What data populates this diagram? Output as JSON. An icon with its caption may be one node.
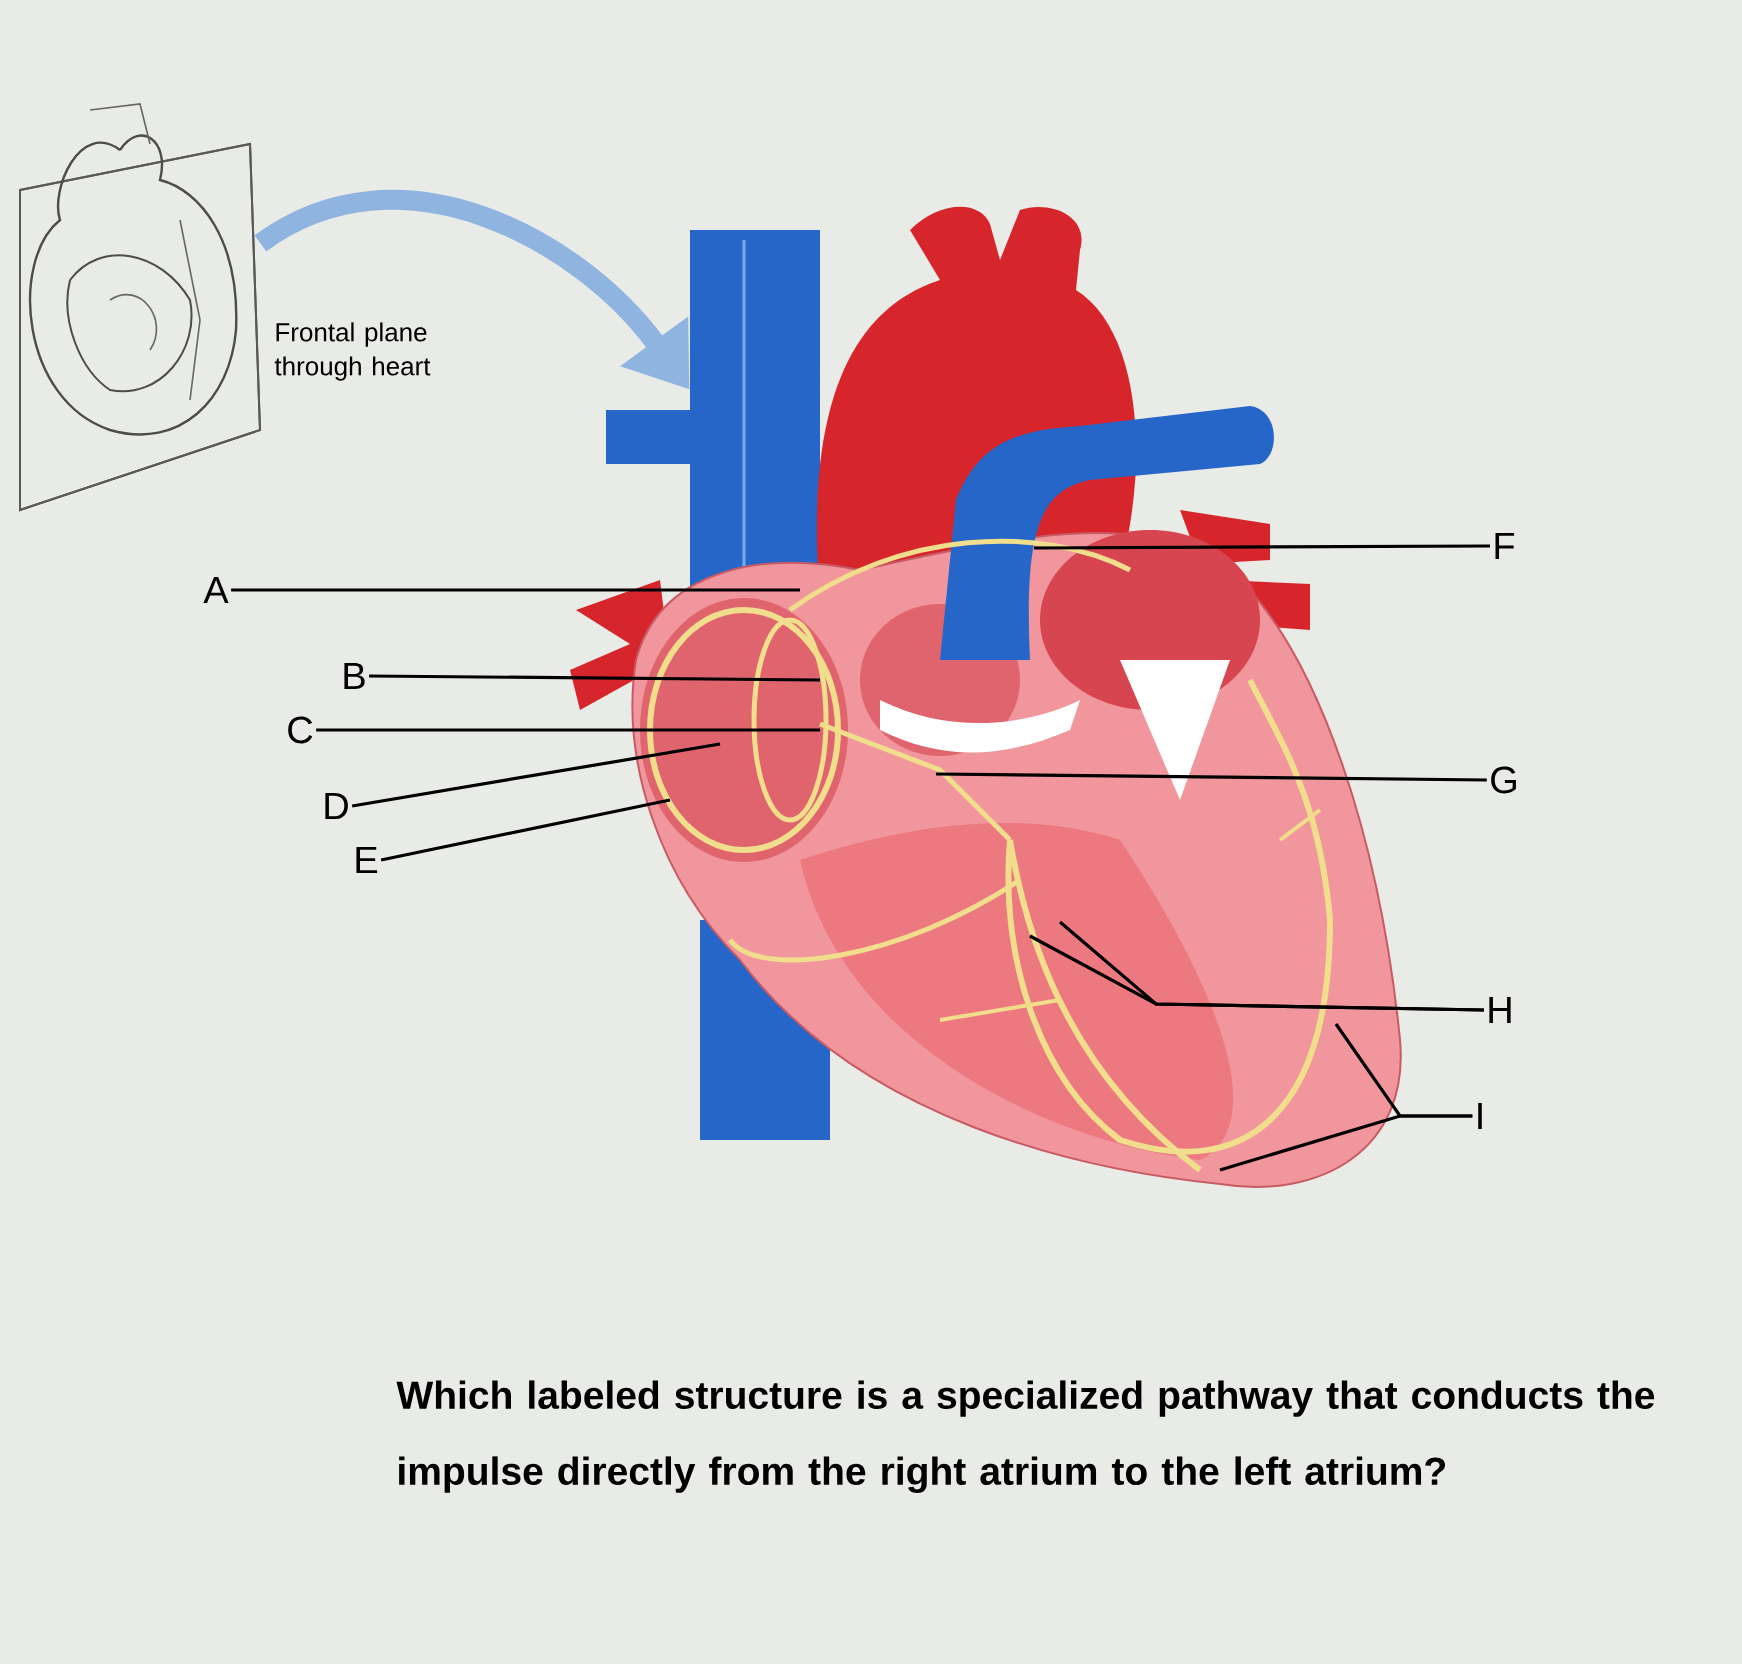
{
  "diagram": {
    "caption": "Which labeled structure is a specialized pathway that conducts the impulse directly from the right atrium to the left atrium?",
    "nodes": [
      {
        "text": [],
        "shape": "picture",
        "beside": [
          "Frontal plane through heart"
        ]
      },
      {
        "text": [],
        "shape": "picture"
      },
      {
        "text": [
          "A"
        ]
      },
      {
        "text": [
          "B"
        ]
      },
      {
        "text": [
          "C"
        ]
      },
      {
        "text": [
          "D"
        ]
      },
      {
        "text": [
          "E"
        ]
      },
      {
        "text": [
          "F"
        ]
      },
      {
        "text": [
          "G"
        ]
      },
      {
        "text": [
          "H"
        ]
      },
      {
        "text": [
          "I"
        ]
      }
    ],
    "edges": [
      {
        "from": 0,
        "to": 1,
        "arrow": "to",
        "style": "thick",
        "color": "#8fb4e0"
      },
      {
        "from": 2,
        "to": 1,
        "arrow": "none"
      },
      {
        "from": 3,
        "to": 1,
        "arrow": "none"
      },
      {
        "from": 4,
        "to": 1,
        "arrow": "none"
      },
      {
        "from": 5,
        "to": 1,
        "arrow": "none"
      },
      {
        "from": 6,
        "to": 1,
        "arrow": "none"
      },
      {
        "from": 7,
        "to": 1,
        "arrow": "none"
      },
      {
        "from": 8,
        "to": 1,
        "arrow": "none"
      },
      {
        "from": 9,
        "to": 1,
        "arrow": "none"
      },
      {
        "from": 9,
        "to": 1,
        "arrow": "none"
      },
      {
        "from": 10,
        "to": 1,
        "arrow": "none"
      },
      {
        "from": 10,
        "to": 1,
        "arrow": "none"
      }
    ]
  }
}
